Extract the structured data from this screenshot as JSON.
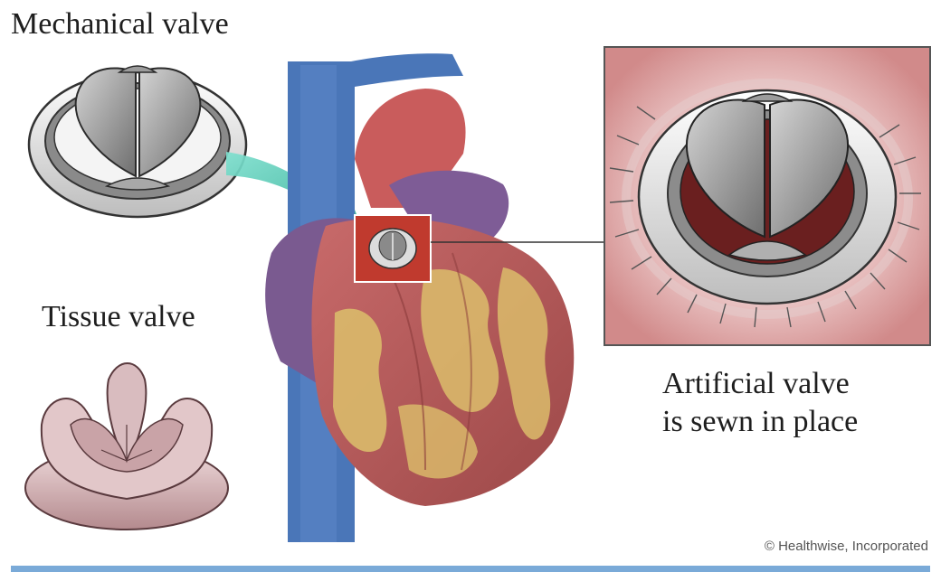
{
  "labels": {
    "mechanical_valve": "Mechanical valve",
    "tissue_valve": "Tissue valve",
    "caption_line1": "Artificial valve",
    "caption_line2": "is sewn in place",
    "credit": "© Healthwise, Incorporated"
  },
  "colors": {
    "background": "#ffffff",
    "accent_arrow": "#3fc0a8",
    "aorta_blue": "#4a76b8",
    "heart_red": "#c25a5a",
    "heart_purple": "#7e5c96",
    "fat_yellow": "#d9b86a",
    "valve_gray": "#9a9a9a",
    "tissue_pink": "#d7b4b6",
    "inset_background": "#d99090",
    "bottom_bar": "#7aaad8"
  }
}
